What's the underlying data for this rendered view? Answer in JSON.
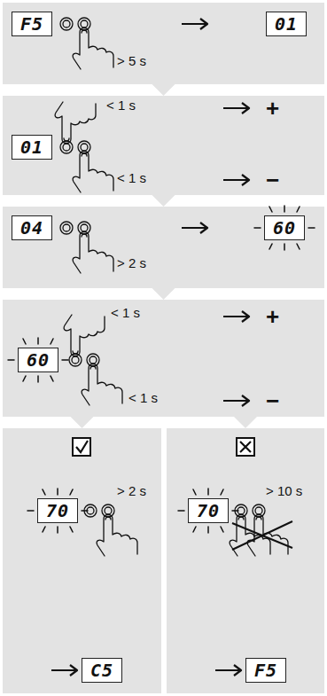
{
  "diagram": {
    "nodes": [
      {
        "text": [
          "> 5 s"
        ]
      },
      {
        "text": [
          "F5"
        ],
        "in": 0
      },
      {
        "text": [
          "01"
        ],
        "in": 0
      },
      {
        "text": [
          "< 1 s",
          "+",
          "< 1 s",
          "−"
        ]
      },
      {
        "text": [
          "01"
        ],
        "in": 3
      },
      {
        "text": [
          "> 2 s"
        ]
      },
      {
        "text": [
          "04"
        ],
        "in": 5
      },
      {
        "text": [
          "60"
        ],
        "in": 5
      },
      {
        "text": [
          "< 1 s",
          "+",
          "< 1 s",
          "−"
        ]
      },
      {
        "text": [
          "60"
        ],
        "in": 8
      },
      {
        "text": [
          "> 2 s"
        ]
      },
      {
        "text": [
          "70"
        ],
        "in": 10
      },
      {
        "text": [
          "C5"
        ],
        "in": 10
      },
      {
        "text": [
          "> 10 s"
        ]
      },
      {
        "text": [
          "70"
        ],
        "in": 13
      },
      {
        "text": [
          "F5"
        ],
        "in": 13
      }
    ],
    "edges": [
      {
        "from": 0,
        "to": 3,
        "arrow": "to"
      },
      {
        "from": 3,
        "to": 5,
        "arrow": "to"
      },
      {
        "from": 5,
        "to": 8,
        "arrow": "to"
      },
      {
        "from": 8,
        "to": 10,
        "arrow": "to"
      },
      {
        "from": 8,
        "to": 13,
        "arrow": "to"
      }
    ]
  }
}
